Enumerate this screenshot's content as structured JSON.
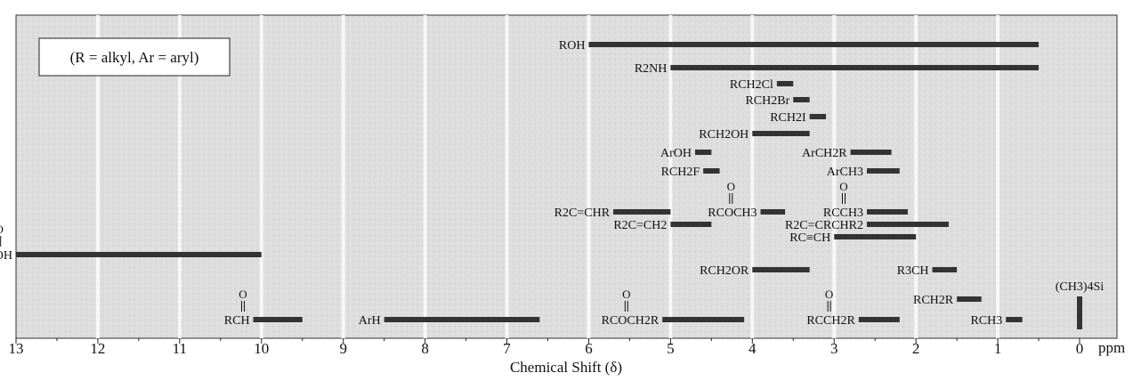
{
  "chart_data": {
    "type": "bar",
    "orientation": "horizontal-range",
    "title": "",
    "note": "(R = alkyl, Ar = aryl)",
    "xlabel": "Chemical Shift (δ)",
    "xunit": "ppm",
    "xlim": [
      13,
      0
    ],
    "xticks": [
      "13",
      "12",
      "11",
      "10",
      "9",
      "8",
      "7",
      "6",
      "5",
      "4",
      "3",
      "2",
      "1",
      "0"
    ],
    "grid": true,
    "reference": {
      "label": "(CH3)4Si",
      "x": 0
    },
    "series": [
      {
        "label": "ROH",
        "x0": 6.0,
        "x1": 0.5
      },
      {
        "label": "R2NH",
        "x0": 5.0,
        "x1": 0.5
      },
      {
        "label": "RCH2Cl",
        "x0": 3.7,
        "x1": 3.5
      },
      {
        "label": "RCH2Br",
        "x0": 3.5,
        "x1": 3.3
      },
      {
        "label": "RCH2I",
        "x0": 3.3,
        "x1": 3.1
      },
      {
        "label": "RCH2OH",
        "x0": 4.0,
        "x1": 3.3
      },
      {
        "label": "ArOH",
        "x0": 4.7,
        "x1": 4.5
      },
      {
        "label": "ArCH2R",
        "x0": 2.8,
        "x1": 2.3
      },
      {
        "label": "RCH2F",
        "x0": 4.6,
        "x1": 4.4
      },
      {
        "label": "ArCH3",
        "x0": 2.6,
        "x1": 2.2
      },
      {
        "label": "RCOCH3",
        "x0": 3.9,
        "x1": 3.6
      },
      {
        "label": "RCCH3",
        "x0": 2.6,
        "x1": 2.1
      },
      {
        "label": "R2C=CHR",
        "x0": 5.7,
        "x1": 5.0
      },
      {
        "label": "RC≡CH",
        "x0": 3.0,
        "x1": 2.0
      },
      {
        "label": "RCOH",
        "x0": 13.0,
        "x1": 10.0
      },
      {
        "label": "R2C=CH2",
        "x0": 5.0,
        "x1": 4.5
      },
      {
        "label": "R2C=CRCHR2",
        "x0": 2.6,
        "x1": 1.6
      },
      {
        "label": "RCH2OR",
        "x0": 4.0,
        "x1": 3.3
      },
      {
        "label": "R3CH",
        "x0": 1.8,
        "x1": 1.5
      },
      {
        "label": "RCH2R",
        "x0": 1.5,
        "x1": 1.2
      },
      {
        "label": "RCH",
        "x0": 10.1,
        "x1": 9.5
      },
      {
        "label": "ArH",
        "x0": 8.5,
        "x1": 6.6
      },
      {
        "label": "RCOCH2R",
        "x0": 5.1,
        "x1": 4.1
      },
      {
        "label": "RCCH2R",
        "x0": 2.7,
        "x1": 2.2
      },
      {
        "label": "RCH3",
        "x0": 0.9,
        "x1": 0.7
      }
    ]
  }
}
